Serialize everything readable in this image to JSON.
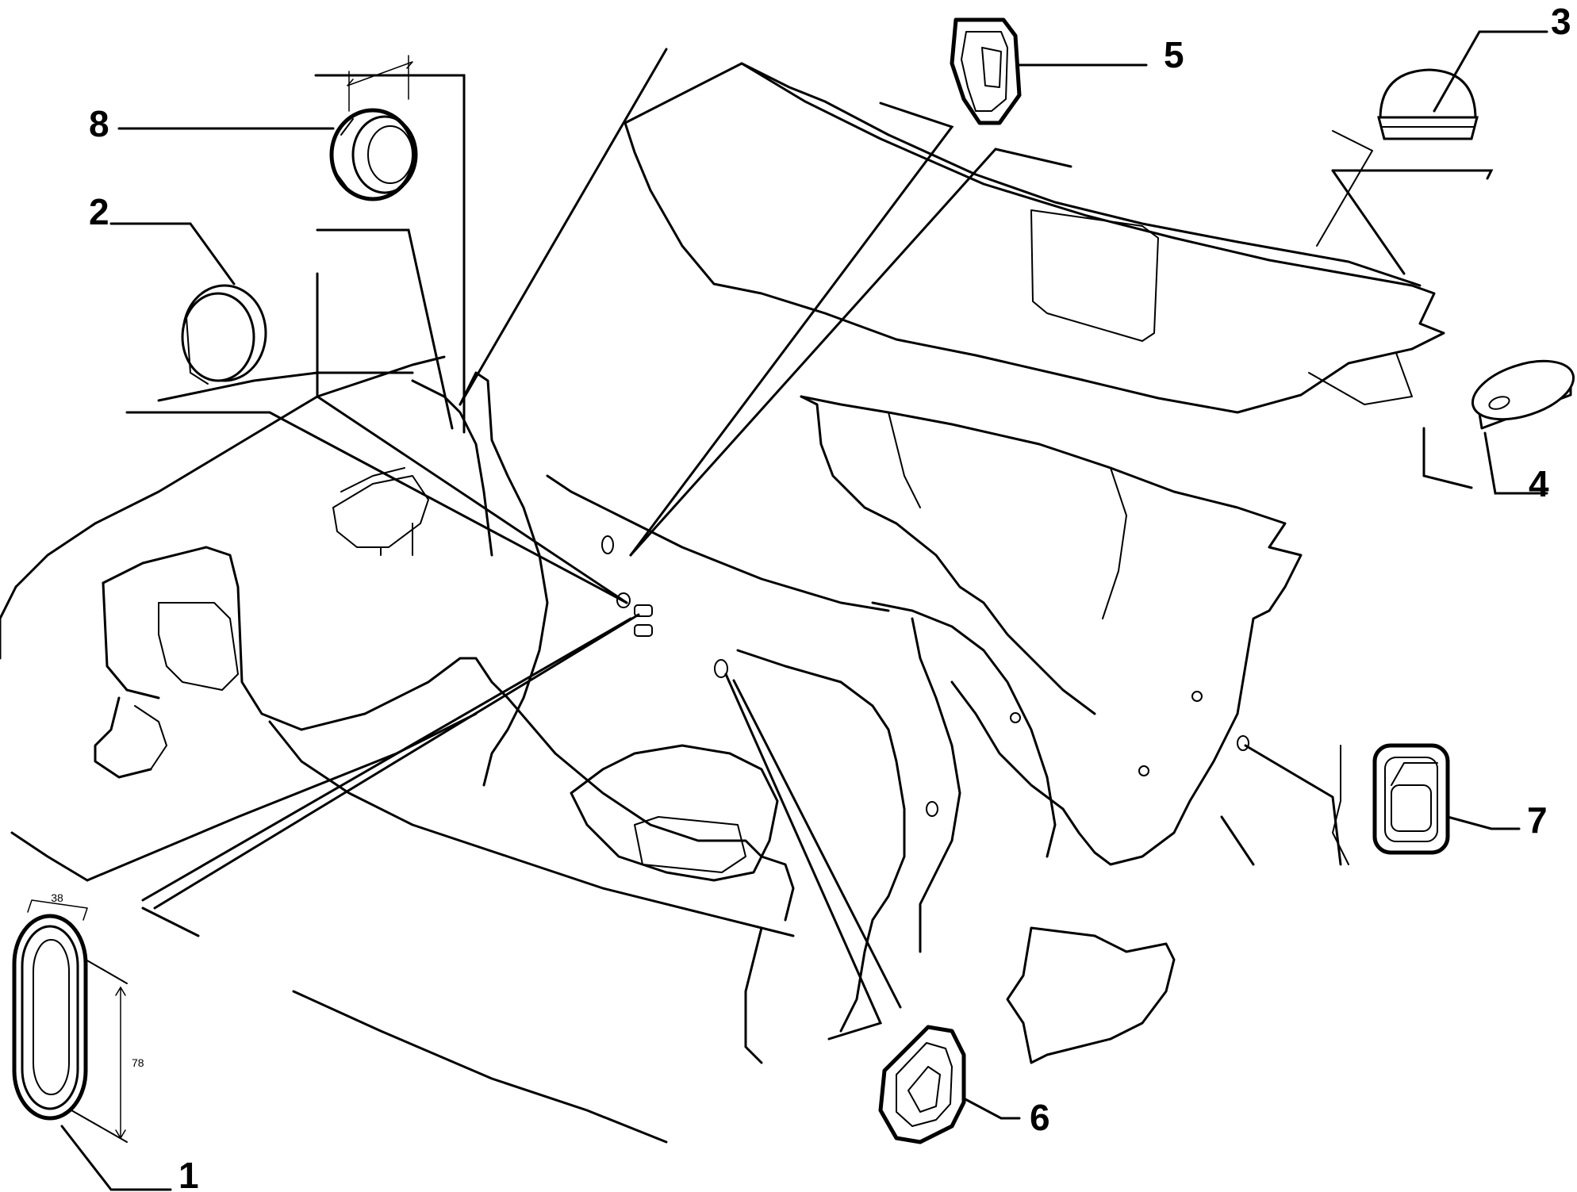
{
  "callouts": {
    "c1": "1",
    "c2": "2",
    "c3": "3",
    "c4": "4",
    "c5": "5",
    "c6": "6",
    "c7": "7",
    "c8": "8"
  },
  "dimensions": {
    "width": "38",
    "height": "78"
  }
}
